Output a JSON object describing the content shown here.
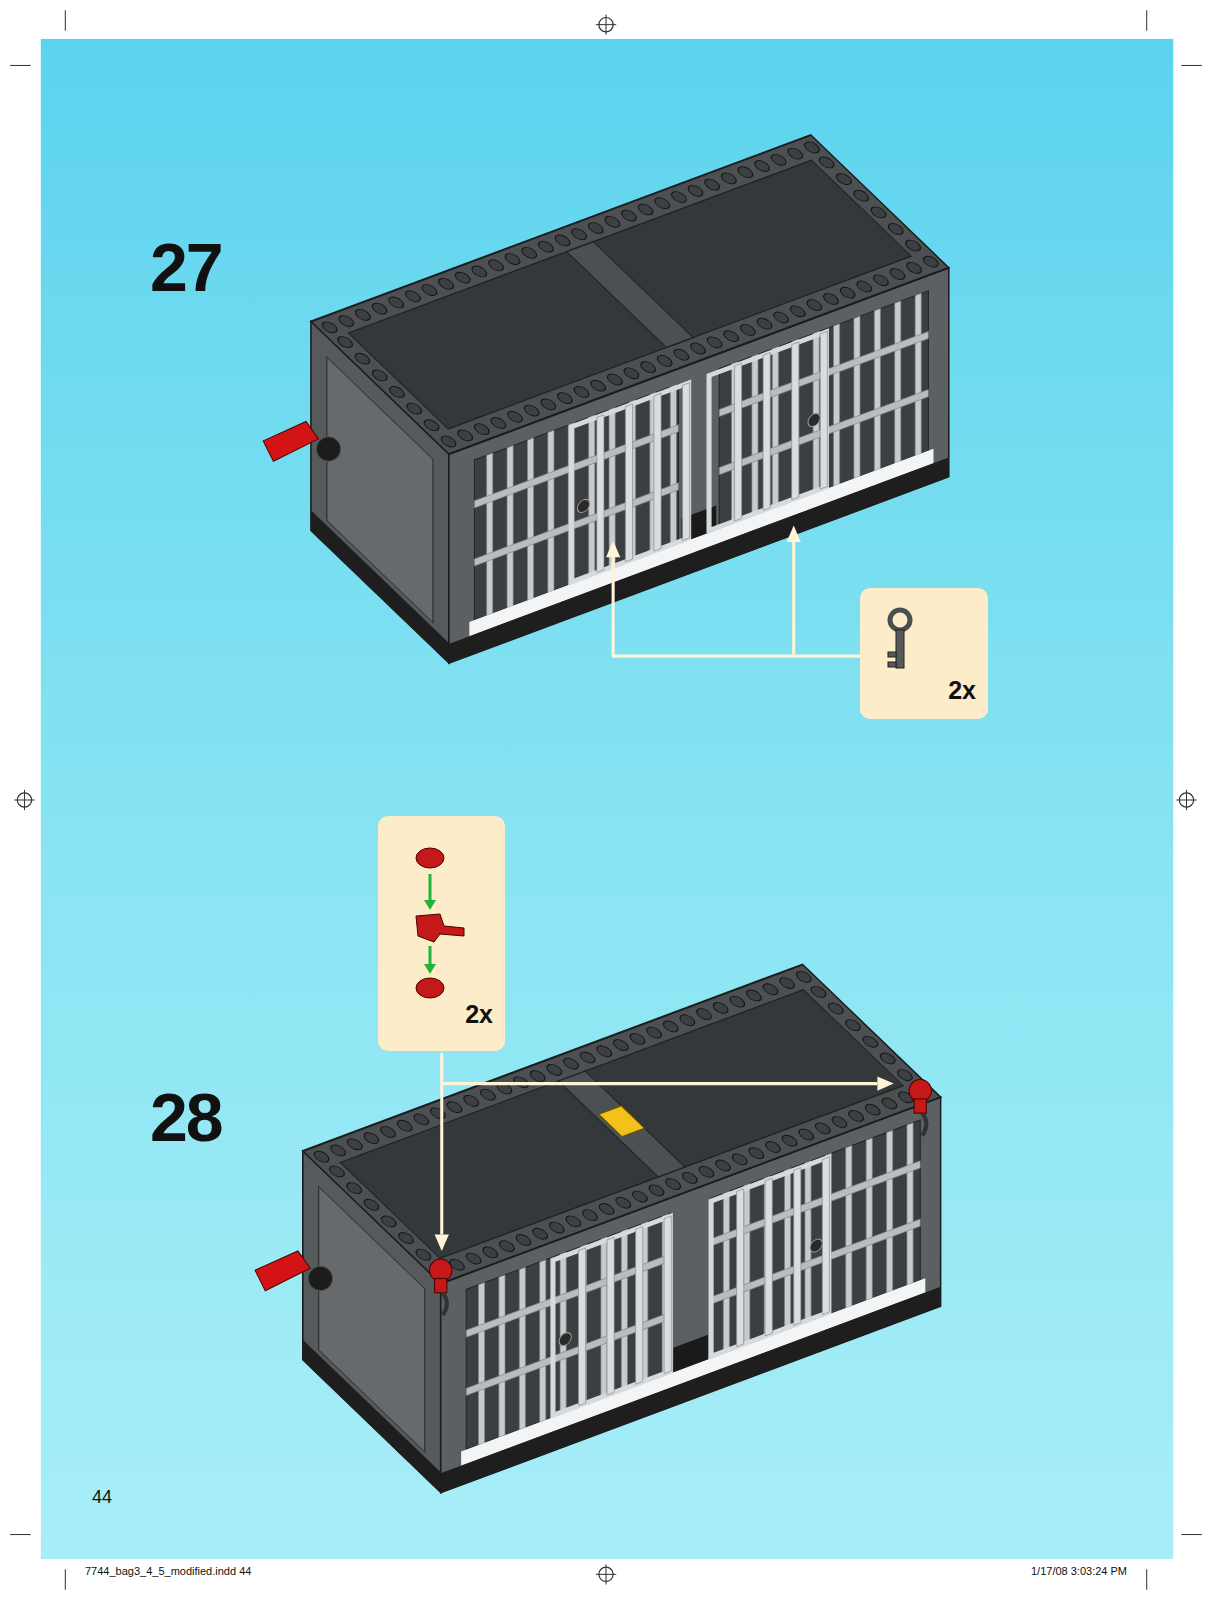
{
  "diagram": {
    "nodes": [
      {
        "text": [
          "2x"
        ]
      },
      {
        "text": [
          "2x"
        ]
      }
    ],
    "labels": [
      "27",
      "28",
      "44",
      "7744_bag3_4_5_modified.indd 44",
      "1/17/08 3:03:24 PM"
    ]
  }
}
